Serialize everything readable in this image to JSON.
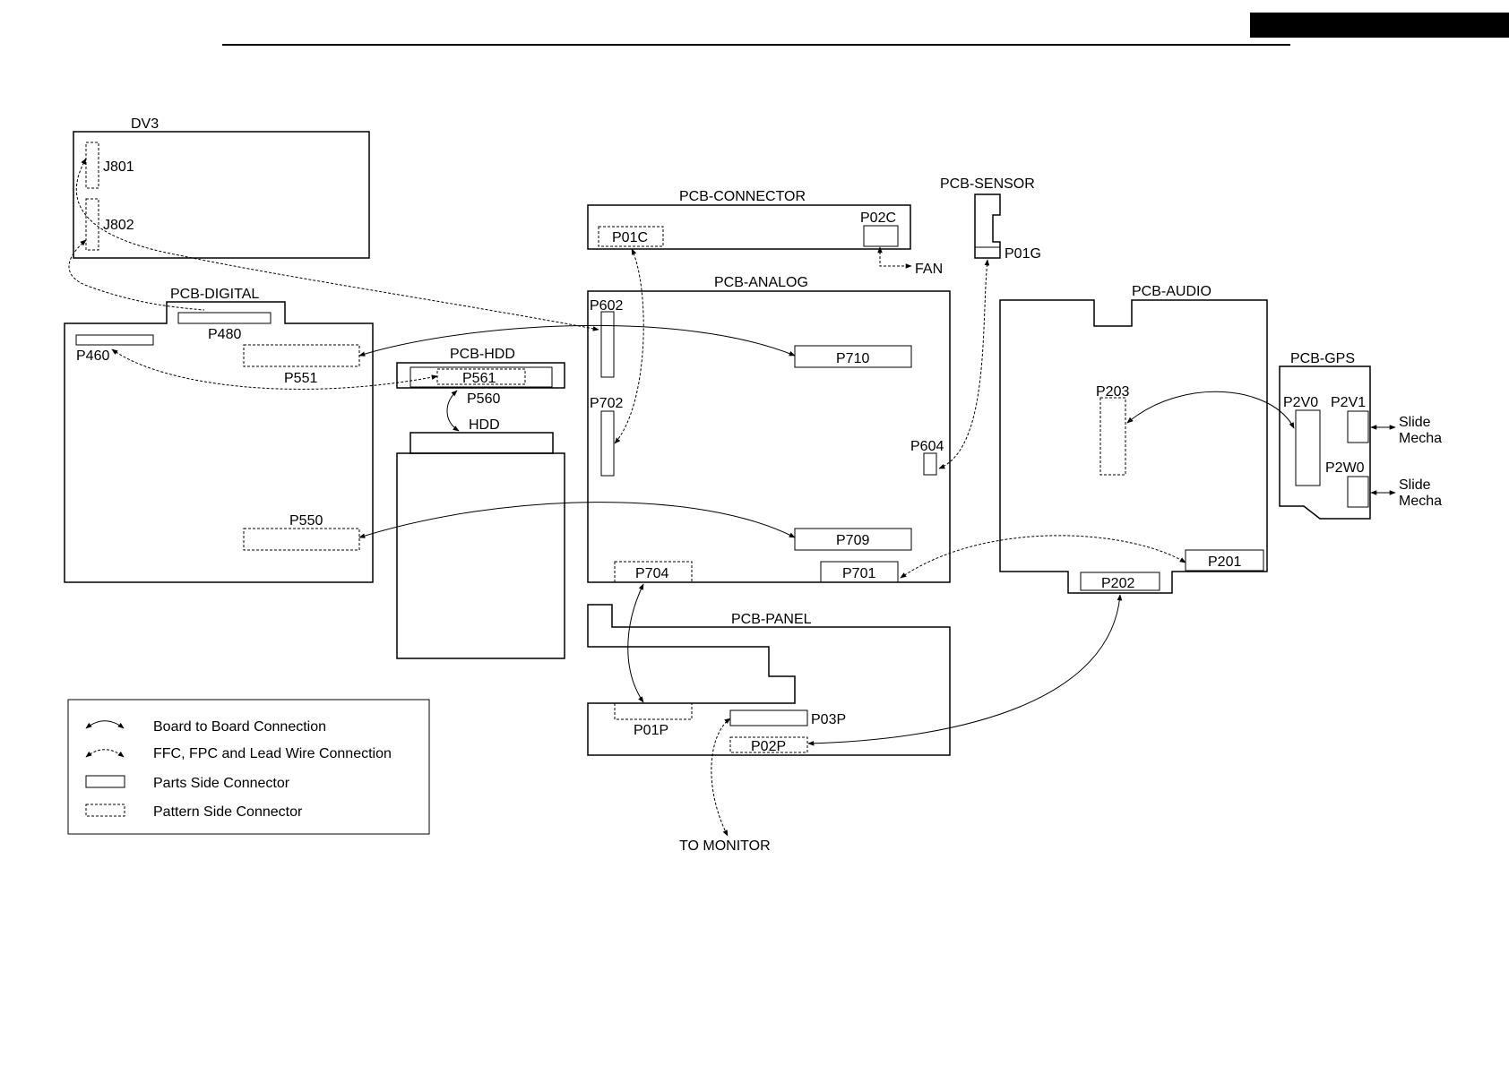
{
  "boards": {
    "dv3": "DV3",
    "digital": "PCB-DIGITAL",
    "connector": "PCB-CONNECTOR",
    "sensor": "PCB-SENSOR",
    "analog": "PCB-ANALOG",
    "audio": "PCB-AUDIO",
    "gps": "PCB-GPS",
    "hdd_board": "PCB-HDD",
    "hdd": "HDD",
    "panel": "PCB-PANEL"
  },
  "connectors": {
    "j801": "J801",
    "j802": "J802",
    "p480": "P480",
    "p460": "P460",
    "p551": "P551",
    "p550": "P550",
    "p561": "P561",
    "p560": "P560",
    "p01c": "P01C",
    "p02c": "P02C",
    "p01g": "P01G",
    "p602": "P602",
    "p702": "P702",
    "p710": "P710",
    "p709": "P709",
    "p604": "P604",
    "p704": "P704",
    "p701": "P701",
    "p203": "P203",
    "p201": "P201",
    "p202": "P202",
    "p2v0": "P2V0",
    "p2v1": "P2V1",
    "p2w0": "P2W0",
    "p01p": "P01P",
    "p03p": "P03P",
    "p02p": "P02P"
  },
  "external": {
    "fan": "FAN",
    "slide": "Slide",
    "mecha": "Mecha",
    "to_monitor": "TO MONITOR"
  },
  "legend": {
    "board_to_board": "Board  to Board Connection",
    "ffc": "FFC, FPC and Lead Wire Connection",
    "parts_side": "Parts Side Connector",
    "pattern_side": "Pattern Side Connector"
  }
}
